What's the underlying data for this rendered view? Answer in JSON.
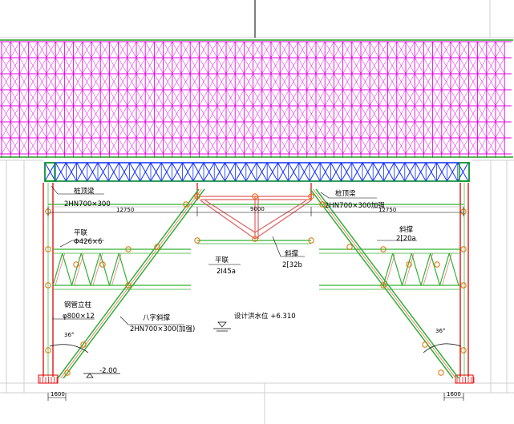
{
  "drawing": {
    "labels": {
      "pile_cap_beam_left_title": "桩顶梁",
      "pile_cap_beam_left_spec": "2HN700×300",
      "pile_cap_beam_right_title": "桩顶梁",
      "pile_cap_beam_right_spec": "2HN700×300加强",
      "span_left": "12750",
      "span_center": "9000",
      "span_right": "12750",
      "flat_brace_left_title": "平联",
      "flat_brace_left_spec": "Φ426×6",
      "flat_brace_center_title": "平联",
      "flat_brace_center_spec": "2I45a",
      "diagonal_center_title": "斜撑",
      "diagonal_center_spec": "2[32b",
      "diagonal_right_title": "斜撑",
      "diagonal_right_spec": "2[20a",
      "steel_column_title": "钢管立柱",
      "steel_column_spec": "φ800×12",
      "eight_brace_title": "八字斜撑",
      "eight_brace_spec": "2HN700×300(加强)",
      "flood_level": "设计洪水位 +6.310",
      "angle_left": "36°",
      "angle_right": "36°",
      "elev_bottom": "-2.00",
      "dim_bottom_left": "1600",
      "dim_bottom_right": "1600"
    },
    "colors": {
      "scaffold": "#e000e0",
      "truss_blue": "#1030ff",
      "truss_green": "#00a000",
      "column_red": "#e00000",
      "brace_green": "#30b030",
      "brace_pink": "#e06060",
      "node_orange": "#e07000"
    }
  }
}
